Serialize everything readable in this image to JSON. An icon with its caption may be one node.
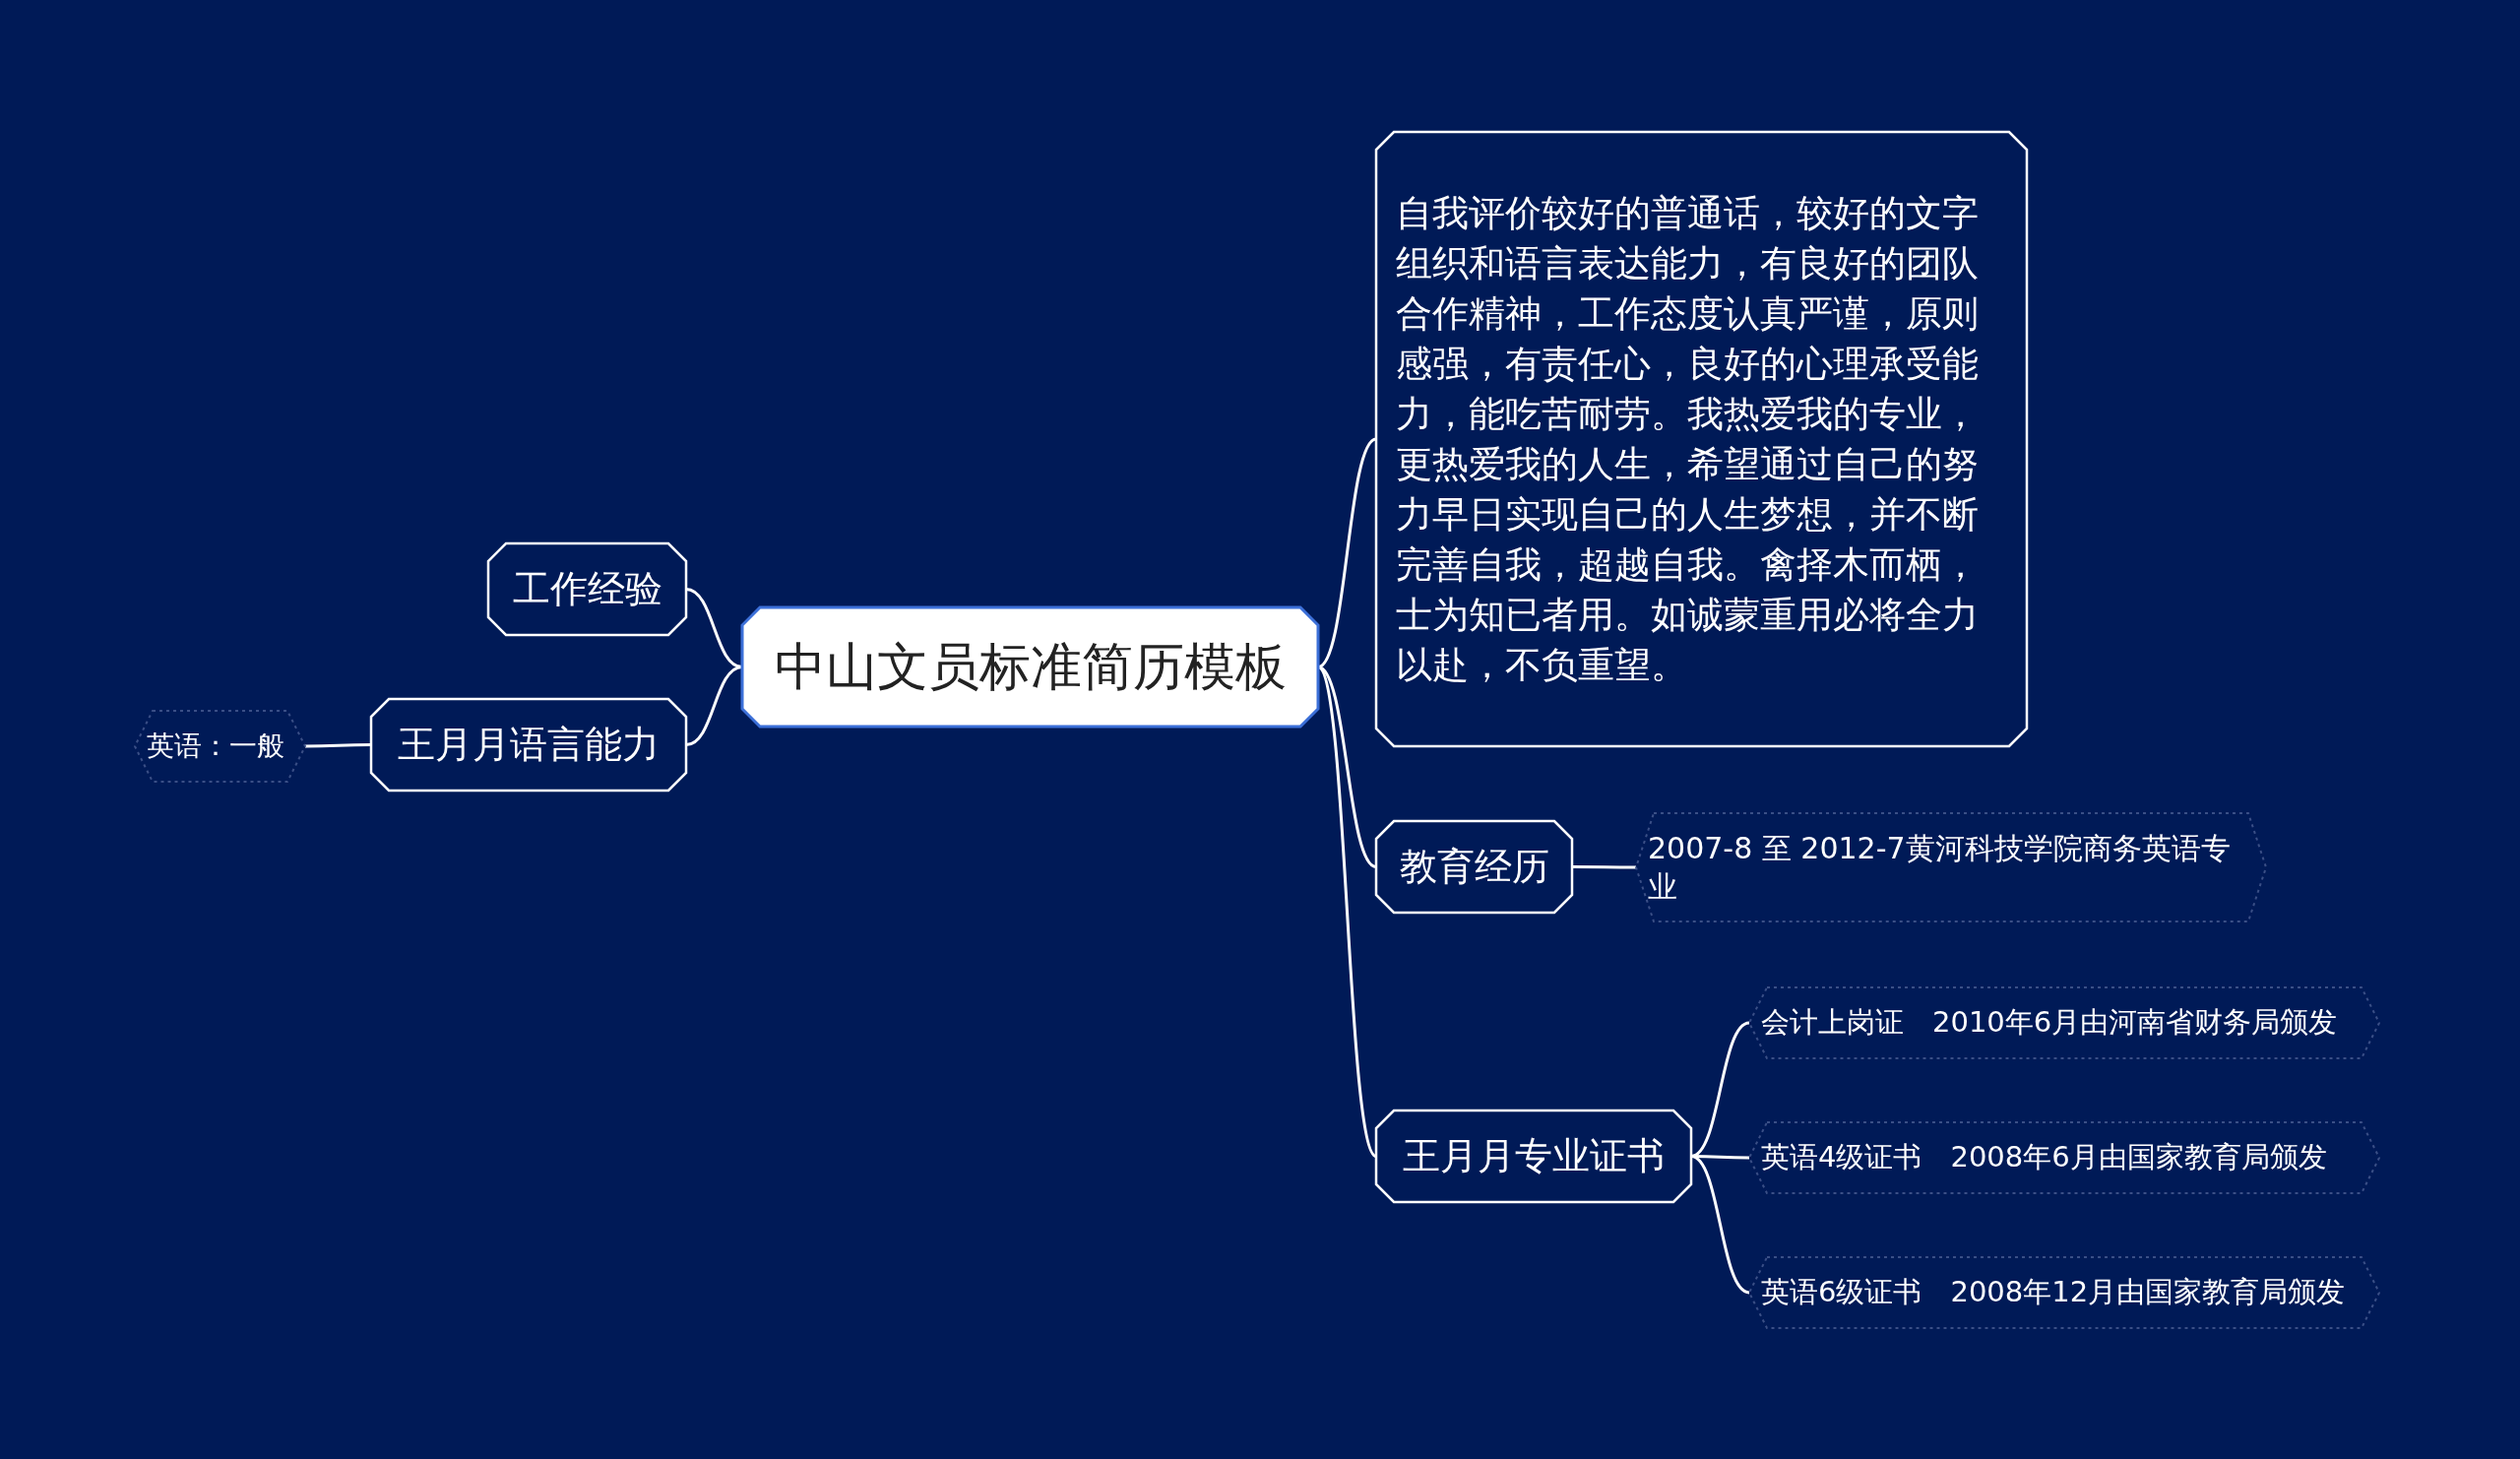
{
  "diagram": {
    "nodes": [
      {
        "text": [
          "中山文员标准简历模板"
        ]
      },
      {
        "text": [
          "工作经验"
        ]
      },
      {
        "text": [
          "王月月语言能力"
        ]
      },
      {
        "text": [
          "英语：一般"
        ]
      },
      {
        "text": [
          "自我评价较好的普通话，较好的文字组织和语言表达能力，有良好的团队合作精神，工作态度认真严谨，原则感强，有责任心，良好的心理承受能力，能吃苦耐劳。我热爱我的专业，更热爱我的人生，希望通过自己的努力早日实现自己的人生梦想，并不断完善自我，超越自我。禽择木而栖，士为知已者用。如诚蒙重用必将全力以赴，不负重望。"
        ]
      },
      {
        "text": [
          "教育经历"
        ]
      },
      {
        "text": [
          "2007-8 至 2012-7黄河科技学院商务英语专业"
        ]
      },
      {
        "text": [
          "王月月专业证书"
        ]
      },
      {
        "text": [
          "会计上岗证　2010年6月由河南省财务局颁发"
        ]
      },
      {
        "text": [
          "英语4级证书　2008年6月由国家教育局颁发"
        ]
      },
      {
        "text": [
          "英语6级证书　2008年12月由国家教育局颁发"
        ]
      }
    ],
    "edges": [
      {
        "from": 0,
        "to": 1,
        "arrow": "none"
      },
      {
        "from": 0,
        "to": 2,
        "arrow": "none"
      },
      {
        "from": 2,
        "to": 3,
        "arrow": "none"
      },
      {
        "from": 0,
        "to": 4,
        "arrow": "none"
      },
      {
        "from": 0,
        "to": 5,
        "arrow": "none"
      },
      {
        "from": 5,
        "to": 6,
        "arrow": "none"
      },
      {
        "from": 0,
        "to": 7,
        "arrow": "none"
      },
      {
        "from": 7,
        "to": 8,
        "arrow": "none"
      },
      {
        "from": 7,
        "to": 9,
        "arrow": "none"
      },
      {
        "from": 7,
        "to": 10,
        "arrow": "none"
      }
    ]
  }
}
